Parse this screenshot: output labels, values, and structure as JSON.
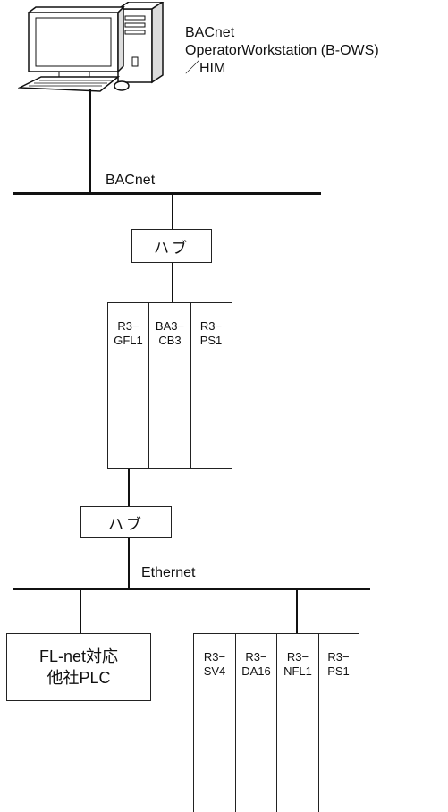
{
  "workstation": {
    "label_line1": "BACnet",
    "label_line2": "OperatorWorkstation (B-OWS)",
    "label_line3": "／HIM"
  },
  "networks": {
    "bacnet": "BACnet",
    "ethernet": "Ethernet"
  },
  "hub_top": {
    "label": "ハブ"
  },
  "hub_bottom": {
    "label": "ハブ"
  },
  "rack_top": {
    "slots": [
      {
        "label": "R3−\nGFL1"
      },
      {
        "label": "BA3−\nCB3"
      },
      {
        "label": "R3−\nPS1"
      }
    ]
  },
  "plc": {
    "line1": "FL-net対応",
    "line2": "他社PLC"
  },
  "rack_bottom": {
    "slots": [
      {
        "label": "R3−\nSV4"
      },
      {
        "label": "R3−\nDA16"
      },
      {
        "label": "R3−\nNFL1"
      },
      {
        "label": "R3−\nPS1"
      }
    ]
  }
}
